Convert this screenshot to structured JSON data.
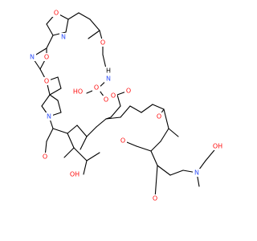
{
  "diagram": {
    "kind": "chemical-structure",
    "atom_colors": {
      "O": "#ff0d0d",
      "N": "#3050f8",
      "H": "#000000"
    },
    "labels": {
      "ox_top_o": "O",
      "ox_top_n": "N",
      "ox_mid_o": "O",
      "ox_mid_n": "N",
      "ox_low_o": "O",
      "ox_low_n": "N",
      "methoxy_top": "O",
      "amide_nh": "N",
      "amide_h": "H",
      "ho_upper": "HO",
      "lactone_o": "O",
      "lactone_ring_o": "O",
      "carbonyl_o": "O",
      "methoxy_mid": "O",
      "ketone_o": "O",
      "methoxy_lower": "O",
      "methoxy_left": "O",
      "hydroxyl_low": "OH",
      "methoxy_right": "O",
      "amine_n": "N",
      "terminal_oh": "OH"
    }
  }
}
